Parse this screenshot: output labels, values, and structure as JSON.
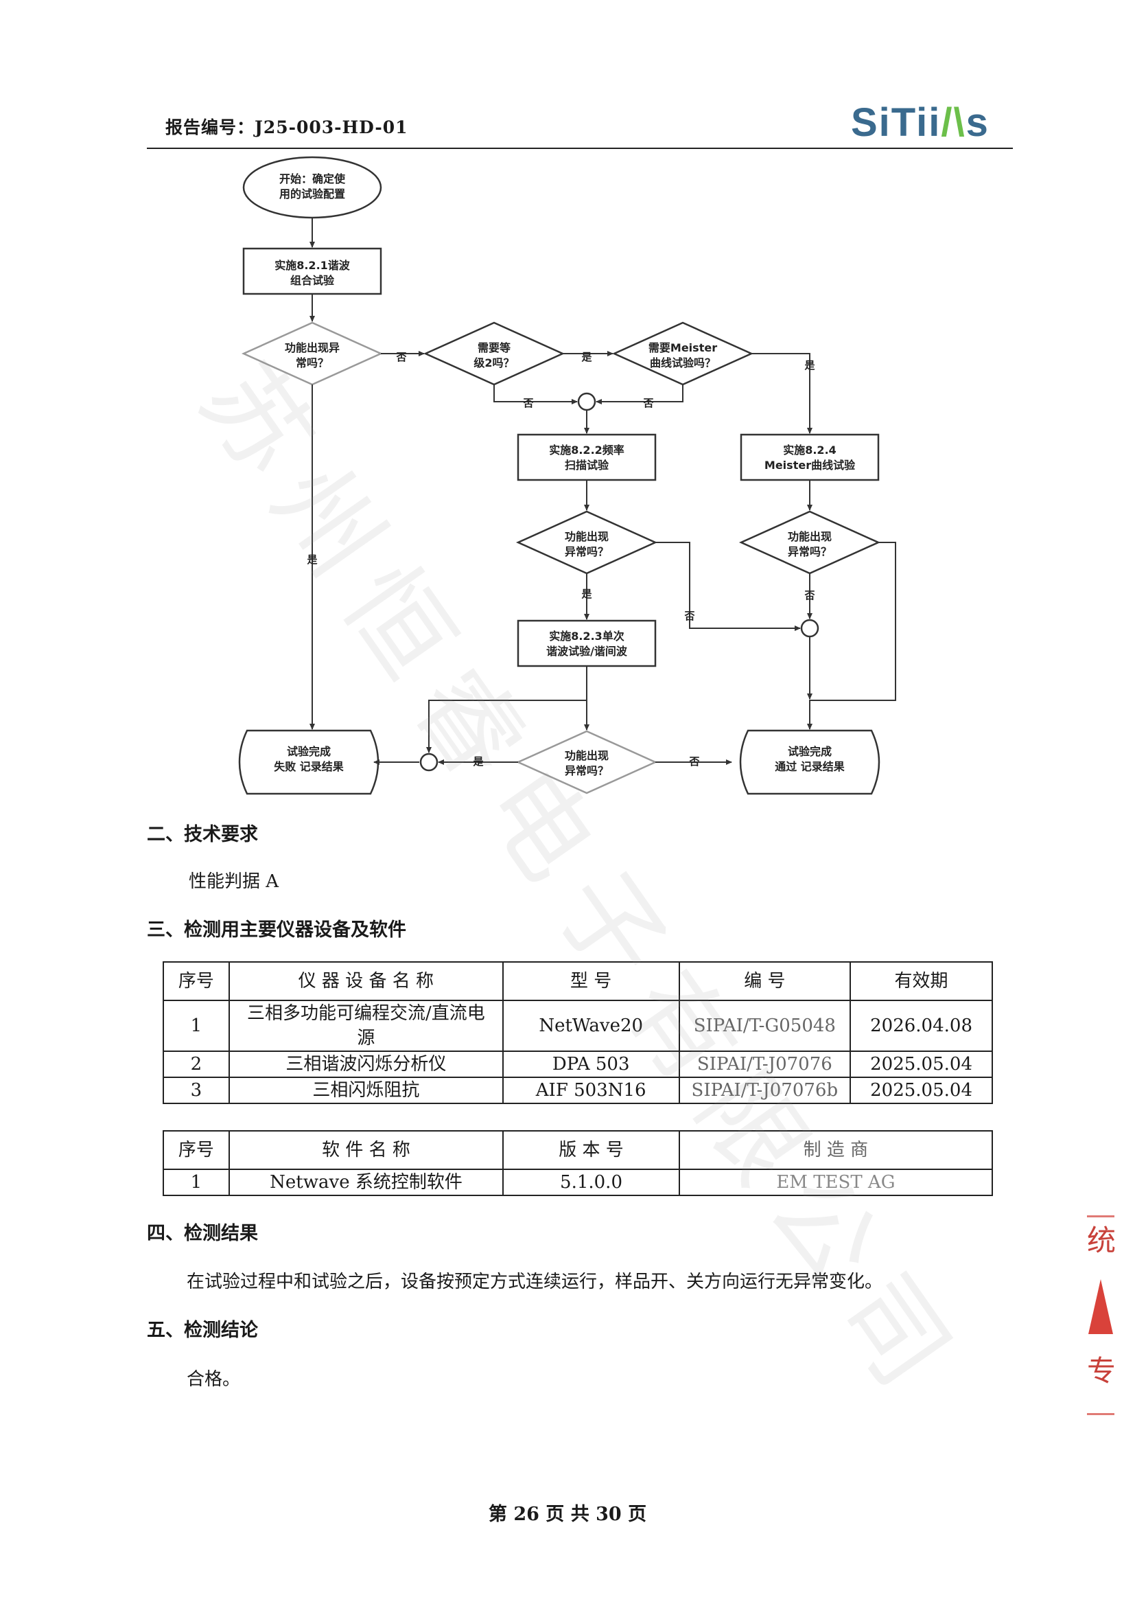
{
  "header": {
    "report_no": "报告编号：J25-003-HD-01",
    "logo_part1": "SiTii",
    "logo_part2": "/\\",
    "logo_part3": "s"
  },
  "flowchart": {
    "start": [
      "开始：确定使",
      "用的试验配置"
    ],
    "step_821": [
      "实施8.2.1谐波",
      "组合试验"
    ],
    "q_abnormal_1": [
      "功能出现异",
      "常吗？"
    ],
    "q_level2": [
      "需要等",
      "级2吗？"
    ],
    "q_meister": [
      "需要Meister",
      "曲线试验吗？"
    ],
    "step_822": [
      "实施8.2.2频率",
      "扫描试验"
    ],
    "step_824": [
      "实施8.2.4",
      "Meister曲线试验"
    ],
    "q_abnormal_2": [
      "功能出现",
      "异常吗？"
    ],
    "q_abnormal_3": [
      "功能出现",
      "异常吗？"
    ],
    "step_823": [
      "实施8.2.3单次",
      "谐波试验/谐间波"
    ],
    "q_abnormal_4": [
      "功能出现",
      "异常吗？"
    ],
    "end_fail": [
      "试验完成",
      "失败    记录结果"
    ],
    "end_pass": [
      "试验完成",
      "通过    记录结果"
    ],
    "yes": "是",
    "no": "否"
  },
  "sections": {
    "s2_title": "二、技术要求",
    "s2_body": "性能判据 A",
    "s3_title": "三、检测用主要仪器设备及软件",
    "s4_title": "四、检测结果",
    "s4_body": "在试验过程中和试验之后，设备按预定方式连续运行，样品开、关方向运行无异常变化。",
    "s5_title": "五、检测结论",
    "s5_body": "合格。"
  },
  "equipment_table": {
    "headers": [
      "序号",
      "仪 器 设 备 名 称",
      "型 号",
      "编 号",
      "有效期"
    ],
    "rows": [
      {
        "no": "1",
        "name": "三相多功能可编程交流/直流电源",
        "model": "NetWave20",
        "id": "SIPAI/T-G05048",
        "valid": "2026.04.08"
      },
      {
        "no": "2",
        "name": "三相谐波闪烁分析仪",
        "model": "DPA 503",
        "id": "SIPAI/T-J07076",
        "valid": "2025.05.04"
      },
      {
        "no": "3",
        "name": "三相闪烁阻抗",
        "model": "AIF 503N16",
        "id": "SIPAI/T-J07076b",
        "valid": "2025.05.04"
      }
    ]
  },
  "software_table": {
    "headers": [
      "序号",
      "软 件 名 称",
      "版 本 号",
      "制 造 商"
    ],
    "rows": [
      {
        "no": "1",
        "name": "Netwave 系统控制软件",
        "version": "5.1.0.0",
        "maker": "EM TEST AG"
      }
    ]
  },
  "seal": {
    "top": "统",
    "bottom": "专"
  },
  "watermark": "苏州恒睿电子有限公司",
  "footer": "第 26 页   共 30 页"
}
